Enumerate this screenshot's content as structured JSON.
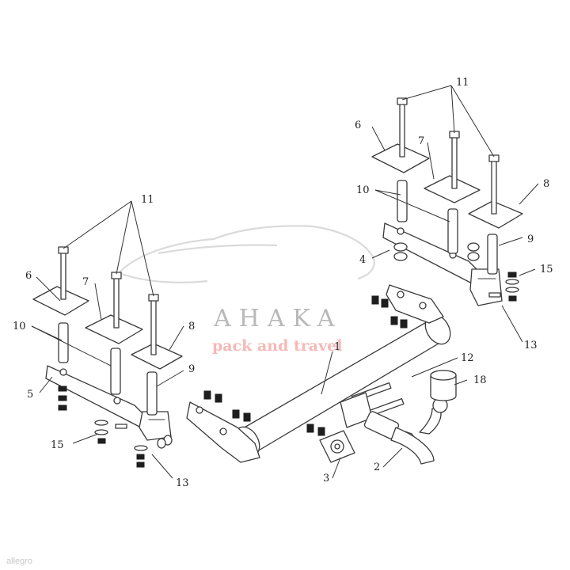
{
  "diagram": {
    "watermark": {
      "brand": "AHAKA",
      "tagline": "pack and travel"
    },
    "corner_mark": "allegro",
    "callouts": {
      "n1": "1",
      "n2": "2",
      "n3": "3",
      "n4": "4",
      "n5": "5",
      "n6a": "6",
      "n6b": "6",
      "n7a": "7",
      "n7b": "7",
      "n8a": "8",
      "n8b": "8",
      "n9a": "9",
      "n9b": "9",
      "n10a": "10",
      "n10b": "10",
      "n11a": "11",
      "n11b": "11",
      "n12": "12",
      "n13a": "13",
      "n13b": "13",
      "n15a": "15",
      "n15b": "15",
      "n18": "18"
    }
  }
}
